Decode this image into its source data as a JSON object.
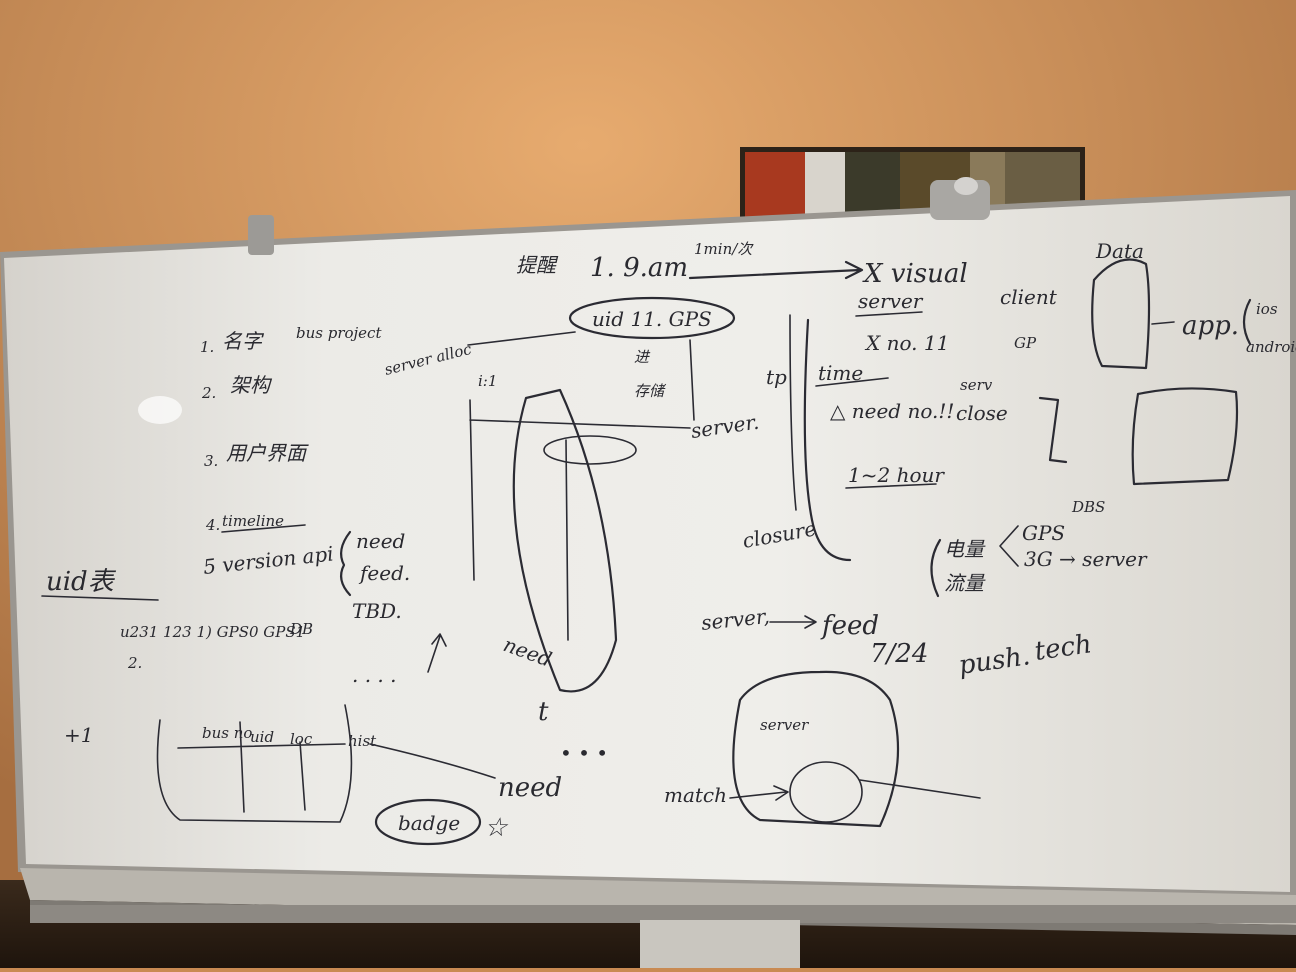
{
  "photo": {
    "subject": "whiteboard"
  },
  "board": {
    "list": {
      "item1_num": "1.",
      "item1_cn": "名字",
      "item1_en": "bus project",
      "item2_num": "2.",
      "item2_cn": "架构",
      "item3_num": "3.",
      "item3_cn": "用户界面",
      "item4_num": "4.",
      "item4_en": "timeline"
    },
    "notes": {
      "server_alloc": "server alloc",
      "uid_table": "uid表",
      "version_api": "5 version api",
      "need": "need",
      "feed": "feed.",
      "db": "DB",
      "tbd": "TBD.",
      "row1": "u231 123  1)  GPS0 GPS1",
      "row2": "2.",
      "plus1": "+1",
      "dots": ". . . .",
      "table_busno": "bus no",
      "table_uid": "uid",
      "table_loc": "loc",
      "table_his": "hist",
      "badge": "badge",
      "need_bottom": "need",
      "t_bottom": "t",
      "need_mid": "need",
      "tixing": "提醒",
      "nine_am": "1. 9.am",
      "per_min": "1min/次",
      "visual": "X visual",
      "uid_gps": "uid 11. GPS",
      "i1": "i:1",
      "jin": "进",
      "cunchu": "存储",
      "server_mid": "server.",
      "server_top": "server",
      "x_no11": "X no. 11",
      "time": "time",
      "tp": "tp",
      "need_no11": "△ need no.!!",
      "serv": "serv",
      "close_right": "close",
      "hour": "1~2 hour",
      "closure": "closure",
      "dianliang": "电量",
      "liuliang": "流量",
      "gps": "GPS",
      "dbs": "DBS",
      "three_g": "3G → server",
      "server_feed": "server,",
      "feed_mid": "feed",
      "seven24": "7/24",
      "push": "push.",
      "tech": "tech",
      "server_circle": "server",
      "match": "match",
      "client": "client",
      "gp": "GP",
      "data": "Data",
      "app": "app.",
      "ios": "ios",
      "android": "android"
    }
  }
}
